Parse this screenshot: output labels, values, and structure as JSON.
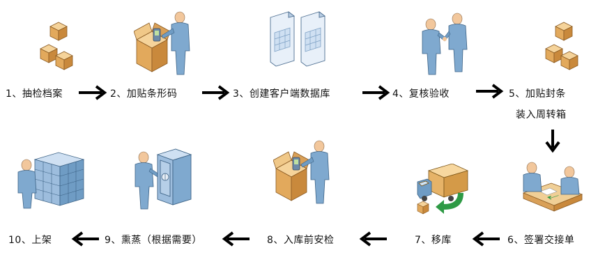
{
  "diagram": {
    "steps": [
      {
        "label": "1、抽检档案",
        "icon": "boxes-icon"
      },
      {
        "label": "2、加贴条形码",
        "icon": "person-box-scanner-icon"
      },
      {
        "label": "3、创建客户端数据库",
        "icon": "spreadsheet-documents-icon"
      },
      {
        "label": "4、复核验收",
        "icon": "handshake-icon"
      },
      {
        "label": "5、加贴封条",
        "icon": "boxes-icon"
      },
      {
        "label": "装入周转箱",
        "icon": ""
      },
      {
        "label": "6、签署交接单",
        "icon": "desk-meeting-icon"
      },
      {
        "label": "7、移库",
        "icon": "delivery-truck-icon"
      },
      {
        "label": "8、入库前安检",
        "icon": "person-box-scanner-icon"
      },
      {
        "label": "9、熏蒸（根据需要）",
        "icon": "person-safe-icon"
      },
      {
        "label": "10、上架",
        "icon": "person-server-racks-icon"
      }
    ],
    "colors": {
      "arrow": "#000000",
      "box": "#e7b46c",
      "person": "#7fa9cf",
      "paper": "#dbe8f5",
      "truck": "#f0c070",
      "green": "#2e9a45"
    }
  }
}
